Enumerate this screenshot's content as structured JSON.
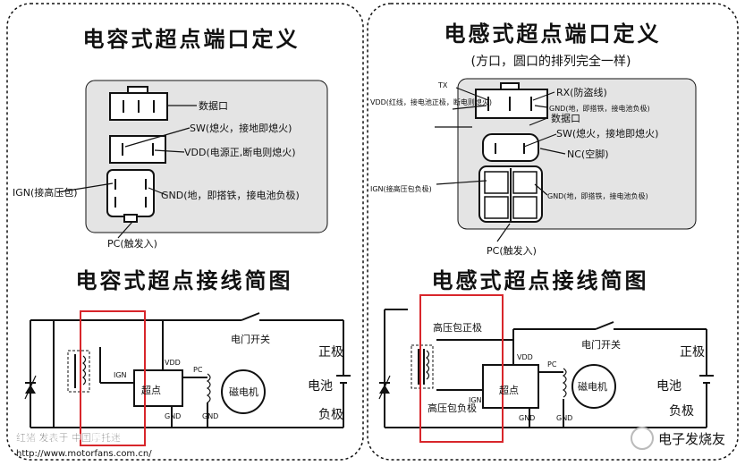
{
  "left": {
    "title": "电容式超点端口定义",
    "labels": {
      "data_port": "数据口",
      "sw": "SW(熄火，接地即熄火)",
      "vdd": "VDD(电源正,断电则熄火)",
      "ign": "IGN(接高压包)",
      "gnd": "GND(地，即搭铁，接电池负极)",
      "pc": "PC(触发入)"
    },
    "wiring_title": "电容式超点接线简图",
    "wiring": {
      "switch": "电门开关",
      "pos": "正极",
      "battery": "电池",
      "neg": "负极",
      "ign": "IGN",
      "vdd": "VDD",
      "pc": "PC",
      "gnd1": "GND",
      "gnd2": "GND",
      "cdi": "超点",
      "magneto": "磁电机"
    }
  },
  "right": {
    "title": "电感式超点端口定义",
    "subtitle": "(方口，圆口的排列完全一样)",
    "labels": {
      "tx": "TX",
      "rx": "RX(防盗线)",
      "vdd": "VDD(红线，接电池正极，断电则熄火)",
      "gnd_top": "GND(地，即搭铁，接电池负极)",
      "data_port": "数据口",
      "sw": "SW(熄火，接地即熄火)",
      "nc": "NC(空脚)",
      "ign": "IGN(接高压包负极)",
      "gnd": "GND(地，即搭铁，接电池负极)",
      "pc": "PC(触发入)"
    },
    "wiring_title": "电感式超点接线简图",
    "wiring": {
      "coil_pos": "高压包正极",
      "coil_neg": "高压包负极",
      "switch": "电门开关",
      "pos": "正极",
      "battery": "电池",
      "neg": "负极",
      "ign": "IGN",
      "vdd": "VDD",
      "pc": "PC",
      "gnd1": "GND",
      "gnd2": "GND",
      "cdi": "超点",
      "magneto": "磁电机"
    }
  },
  "watermark": {
    "credit": "红猪 发表于 中国摩托迷",
    "url": "http://www.motorfans.com.cn/",
    "logo": "电子发烧友"
  }
}
